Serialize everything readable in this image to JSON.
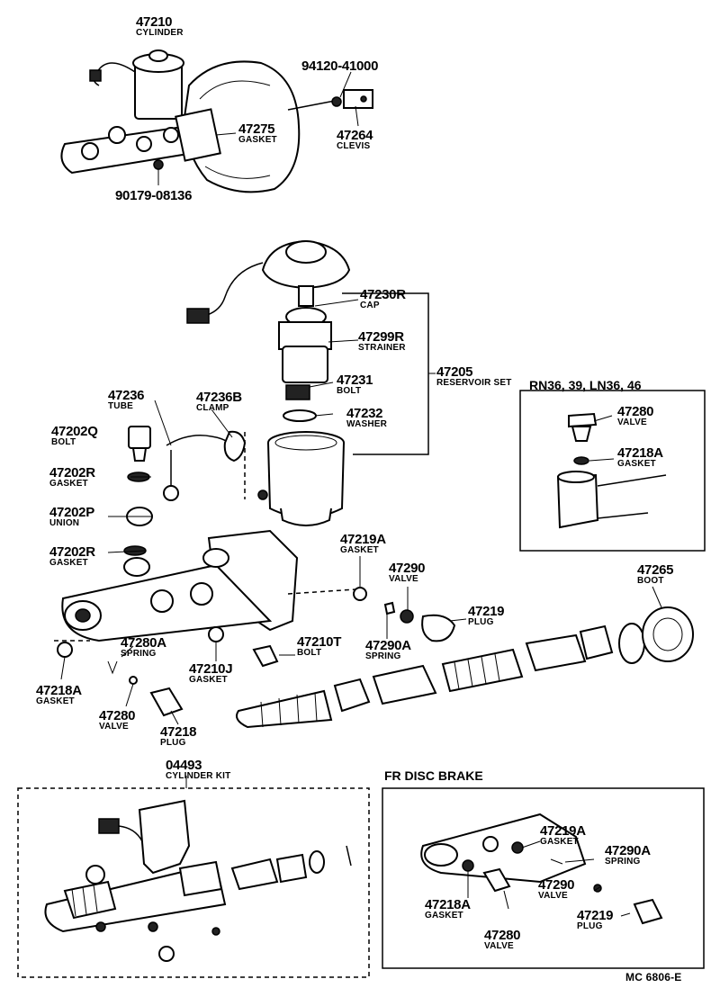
{
  "labels": {
    "p47210": {
      "num": "47210",
      "name": "CYLINDER"
    },
    "p94120": {
      "num": "94120-41000",
      "name": ""
    },
    "p47275": {
      "num": "47275",
      "name": "GASKET"
    },
    "p47264": {
      "num": "47264",
      "name": "CLEVIS"
    },
    "p90179": {
      "num": "90179-08136",
      "name": ""
    },
    "p47230R": {
      "num": "47230R",
      "name": "CAP"
    },
    "p47299R": {
      "num": "47299R",
      "name": "STRAINER"
    },
    "p47231": {
      "num": "47231",
      "name": "BOLT"
    },
    "p47232": {
      "num": "47232",
      "name": "WASHER"
    },
    "p47205": {
      "num": "47205",
      "name": "RESERVOIR SET"
    },
    "p47236": {
      "num": "47236",
      "name": "TUBE"
    },
    "p47236B": {
      "num": "47236B",
      "name": "CLAMP"
    },
    "p47202Q": {
      "num": "47202Q",
      "name": "BOLT"
    },
    "p47202R1": {
      "num": "47202R",
      "name": "GASKET"
    },
    "p47202P": {
      "num": "47202P",
      "name": "UNION"
    },
    "p47202R2": {
      "num": "47202R",
      "name": "GASKET"
    },
    "p47219A": {
      "num": "47219A",
      "name": "GASKET"
    },
    "p47290": {
      "num": "47290",
      "name": "VALVE"
    },
    "p47219": {
      "num": "47219",
      "name": "PLUG"
    },
    "p47290A": {
      "num": "47290A",
      "name": "SPRING"
    },
    "p47210T": {
      "num": "47210T",
      "name": "BOLT"
    },
    "p47265": {
      "num": "47265",
      "name": "BOOT"
    },
    "p47280A": {
      "num": "47280A",
      "name": "SPRING"
    },
    "p47210J": {
      "num": "47210J",
      "name": "GASKET"
    },
    "p47218A": {
      "num": "47218A",
      "name": "GASKET"
    },
    "p47280": {
      "num": "47280",
      "name": "VALVE"
    },
    "p47218": {
      "num": "47218",
      "name": "PLUG"
    },
    "p04493": {
      "num": "04493",
      "name": "CYLINDER KIT"
    },
    "ins47280": {
      "num": "47280",
      "name": "VALVE"
    },
    "ins47218A": {
      "num": "47218A",
      "name": "GASKET"
    },
    "fr47219A": {
      "num": "47219A",
      "name": "GASKET"
    },
    "fr47290A": {
      "num": "47290A",
      "name": "SPRING"
    },
    "fr47290": {
      "num": "47290",
      "name": "VALVE"
    },
    "fr47218A": {
      "num": "47218A",
      "name": "GASKET"
    },
    "fr47219": {
      "num": "47219",
      "name": "PLUG"
    },
    "fr47280": {
      "num": "47280",
      "name": "VALVE"
    }
  },
  "inset_title": "RN36, 39, LN36, 46",
  "fr_title": "FR DISC BRAKE",
  "catalog_code": "MC 6806-E"
}
